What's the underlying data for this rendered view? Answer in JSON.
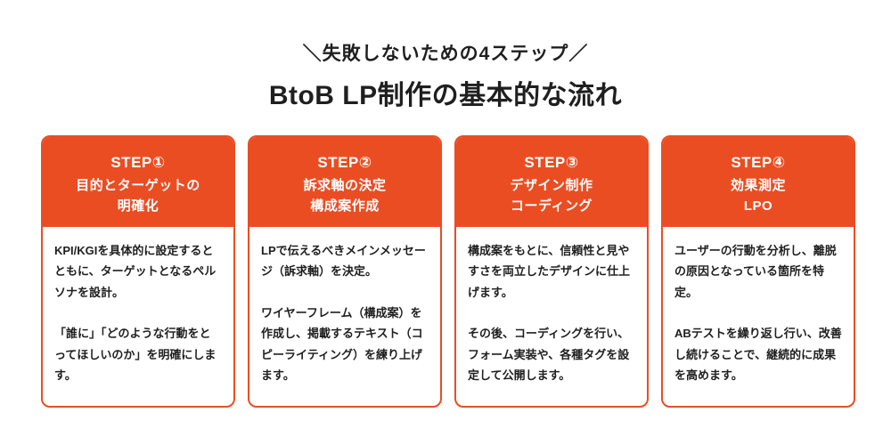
{
  "colors": {
    "accent": "#eb4d23",
    "text": "#1f1f1f",
    "bg": "#ffffff",
    "header_text": "#ffffff"
  },
  "header": {
    "subtitle": "＼失敗しないための4ステップ／",
    "title": "BtoB LP制作の基本的な流れ"
  },
  "cards": [
    {
      "step": "STEP①",
      "title_line1": "目的とターゲットの",
      "title_line2": "明確化",
      "body_p1": "KPI/KGIを具体的に設定するとともに、ターゲットとなるペルソナを設計。",
      "body_p2": "「誰に」「どのような行動をとってほしいのか」を明確にします。"
    },
    {
      "step": "STEP②",
      "title_line1": "訴求軸の決定",
      "title_line2": "構成案作成",
      "body_p1": "LPで伝えるべきメインメッセージ（訴求軸）を決定。",
      "body_p2": "ワイヤーフレーム（構成案）を作成し、掲載するテキスト（コピーライティング）を練り上げます。"
    },
    {
      "step": "STEP③",
      "title_line1": "デザイン制作",
      "title_line2": "コーディング",
      "body_p1": "構成案をもとに、信頼性と見やすさを両立したデザインに仕上げます。",
      "body_p2": "その後、コーディングを行い、フォーム実装や、各種タグを設定して公開します。"
    },
    {
      "step": "STEP④",
      "title_line1": "効果測定",
      "title_line2": "LPO",
      "body_p1": "ユーザーの行動を分析し、離脱の原因となっている箇所を特定。",
      "body_p2": "ABテストを繰り返し行い、改善し続けることで、継続的に成果を高めます。"
    }
  ]
}
